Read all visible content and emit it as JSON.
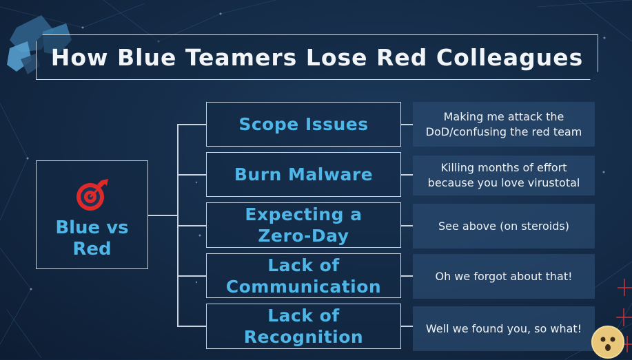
{
  "title": "How Blue Teamers Lose Red Colleagues",
  "center": {
    "icon": "target-icon",
    "label_line1": "Blue vs",
    "label_line2": "Red"
  },
  "rows": [
    {
      "category": [
        "Scope Issues"
      ],
      "description": "Making me attack the DoD/confusing the red team"
    },
    {
      "category": [
        "Burn Malware"
      ],
      "description": "Killing months of effort because you love virustotal"
    },
    {
      "category": [
        "Expecting a",
        "Zero-Day"
      ],
      "description": "See above (on steroids)"
    },
    {
      "category": [
        "Lack of",
        "Communication"
      ],
      "description": "Oh we forgot about that!"
    },
    {
      "category": [
        "Lack of",
        "Recognition"
      ],
      "description": "Well we found you, so what!"
    }
  ],
  "colors": {
    "accent_blue": "#4fb6e8",
    "target_red": "#e02a2a",
    "background": "#142a45"
  }
}
